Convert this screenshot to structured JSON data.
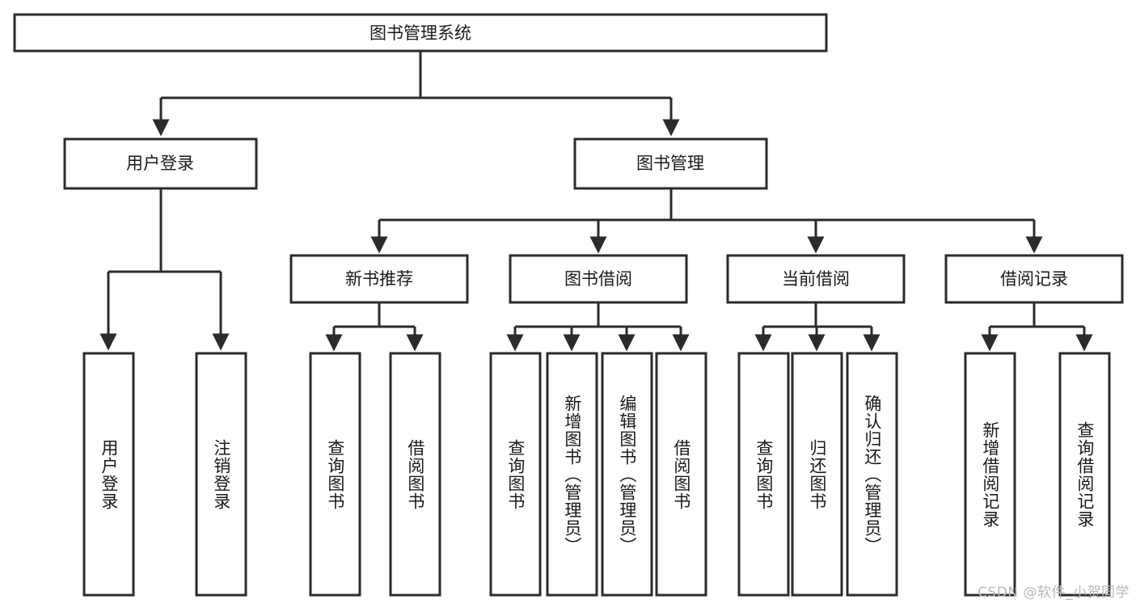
{
  "diagram": {
    "title": "图书管理系统",
    "type": "tree",
    "orientation": "top-down",
    "colors": {
      "box_fill": "#ffffff",
      "box_stroke": "#2b2b2b",
      "text": "#1a1a1a",
      "background": "#ffffff",
      "watermark": "#b9b9b9"
    },
    "root": {
      "label": "图书管理系统"
    },
    "level2": [
      {
        "label": "用户登录"
      },
      {
        "label": "图书管理"
      }
    ],
    "level3": [
      {
        "label": "新书推荐"
      },
      {
        "label": "图书借阅"
      },
      {
        "label": "当前借阅"
      },
      {
        "label": "借阅记录"
      }
    ],
    "leaves": {
      "user_login": [
        {
          "label": "用户登录"
        },
        {
          "label": "注销登录"
        }
      ],
      "new_book_recommend": [
        {
          "label": "查询图书"
        },
        {
          "label": "借阅图书"
        }
      ],
      "book_borrow": [
        {
          "label": "查询图书"
        },
        {
          "label": "新增图书（管理员）"
        },
        {
          "label": "编辑图书（管理员）"
        },
        {
          "label": "借阅图书"
        }
      ],
      "current_borrow": [
        {
          "label": "查询图书"
        },
        {
          "label": "归还图书"
        },
        {
          "label": "确认归还（管理员）"
        }
      ],
      "borrow_record": [
        {
          "label": "新增借阅记录"
        },
        {
          "label": "查询借阅记录"
        }
      ]
    },
    "watermark": "CSDN @软件_小贺同学"
  }
}
